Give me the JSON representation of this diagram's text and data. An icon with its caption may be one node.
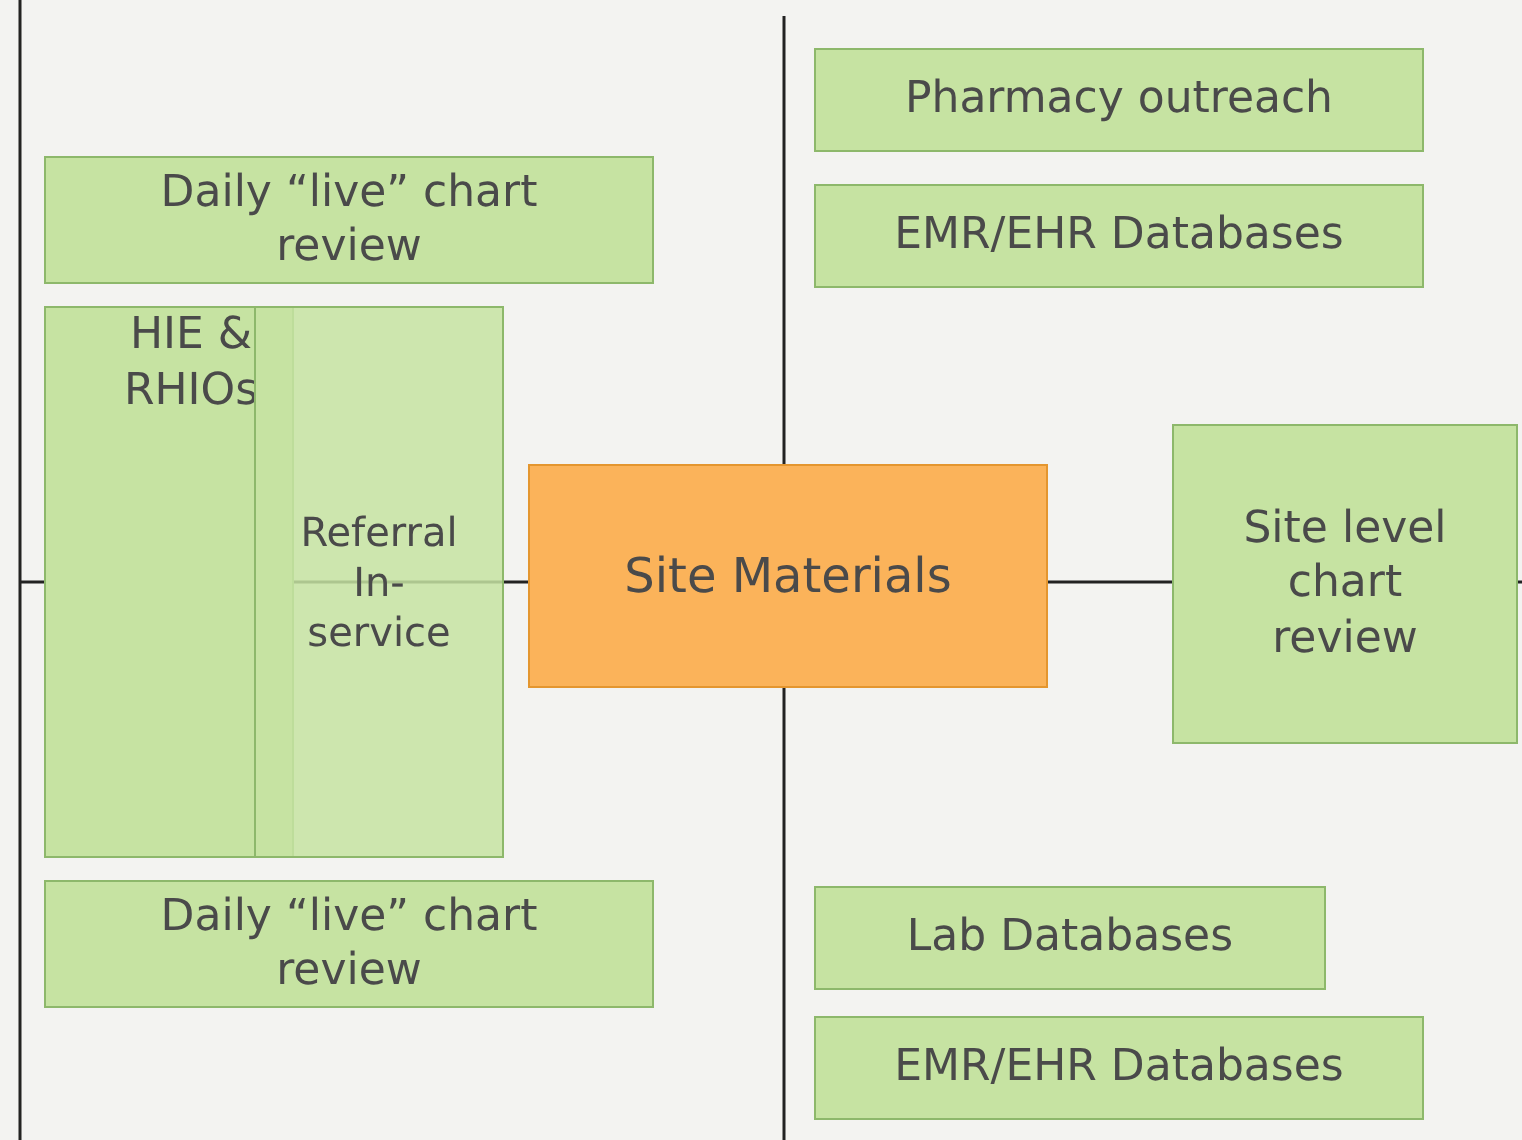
{
  "diagram": {
    "nodes": [
      {
        "text": [
          "Pharmacy outreach"
        ]
      },
      {
        "text": [
          "Daily  “live” chart review"
        ]
      },
      {
        "text": [
          "EMR/EHR Databases"
        ]
      },
      {
        "text": [
          "HIE & RHIOs"
        ]
      },
      {
        "text": [
          "Referral In-service"
        ]
      },
      {
        "text": [
          "Site Materials"
        ]
      },
      {
        "text": [
          "Site level chart review"
        ]
      },
      {
        "text": [
          "Daily  “live” chart review"
        ]
      },
      {
        "text": [
          "Lab Databases"
        ]
      },
      {
        "text": [
          "EMR/EHR Databases"
        ]
      }
    ]
  }
}
